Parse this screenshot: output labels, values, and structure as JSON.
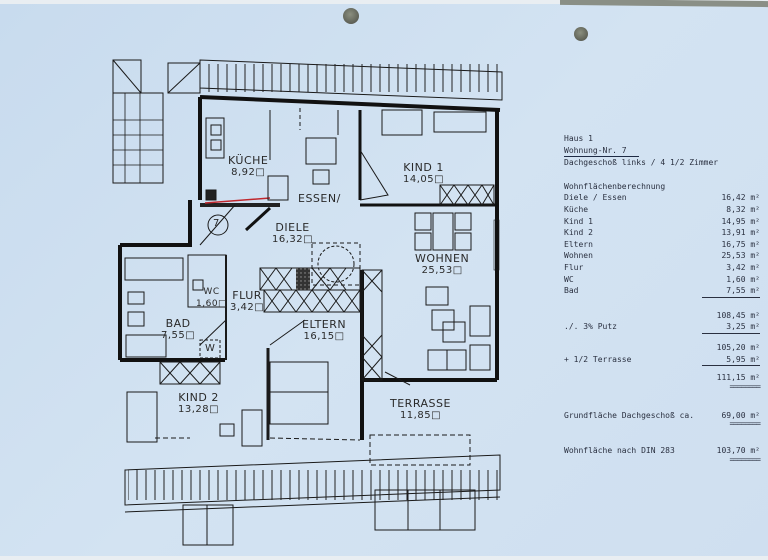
{
  "document": {
    "header": {
      "house": "Haus 1",
      "unit": "Wohnung-Nr. 7",
      "floor_desc": "Dachgeschoß links / 4 1/2 Zimmer"
    },
    "calc_title": "Wohnflächenberechnung",
    "areas": [
      {
        "room": "Diele / Essen",
        "value": "16,42 m²"
      },
      {
        "room": "Küche",
        "value": "8,32 m²"
      },
      {
        "room": "Kind 1",
        "value": "14,95 m²"
      },
      {
        "room": "Kind 2",
        "value": "13,91 m²"
      },
      {
        "room": "Eltern",
        "value": "16,75 m²"
      },
      {
        "room": "Wohnen",
        "value": "25,53 m²"
      },
      {
        "room": "Flur",
        "value": "3,42 m²"
      },
      {
        "room": "WC",
        "value": "1,60 m²"
      },
      {
        "room": "Bad",
        "value": "7,55 m²"
      }
    ],
    "subtotal": "108,45 m²",
    "putz_label": "./. 3% Putz",
    "putz_value": "3,25 m²",
    "after_putz": "105,20 m²",
    "terrace_label": "+ 1/2 Terrasse",
    "terrace_value": "5,95 m²",
    "total": "111,15 m²",
    "double_rule": "========",
    "ground_label": "Grundfläche Dachgeschoß ca.",
    "ground_value": "69,00 m²",
    "din_label": "Wohnfläche nach DIN 283",
    "din_value": "103,70 m²"
  },
  "plan": {
    "rooms": [
      {
        "name": "KÜCHE",
        "area": "8,92□"
      },
      {
        "name": "ESSEN/",
        "area": ""
      },
      {
        "name": "DIELE",
        "area": "16,32□"
      },
      {
        "name": "KIND 1",
        "area": "14,05□"
      },
      {
        "name": "WOHNEN",
        "area": "25,53□"
      },
      {
        "name": "WC",
        "area": "1,60□"
      },
      {
        "name": "FLUR",
        "area": "3,42□"
      },
      {
        "name": "BAD",
        "area": "7,55□"
      },
      {
        "name": "ELTERN",
        "area": "16,15□"
      },
      {
        "name": "KIND 2",
        "area": "13,28□"
      },
      {
        "name": "TERRASSE",
        "area": "11,85□"
      }
    ],
    "unit_marker": "7",
    "washer_marker": "W"
  },
  "colors": {
    "paper": "#c8dbee",
    "ink": "#1a1a1a",
    "text": "#2a3040",
    "red_mark": "#c0272d"
  }
}
